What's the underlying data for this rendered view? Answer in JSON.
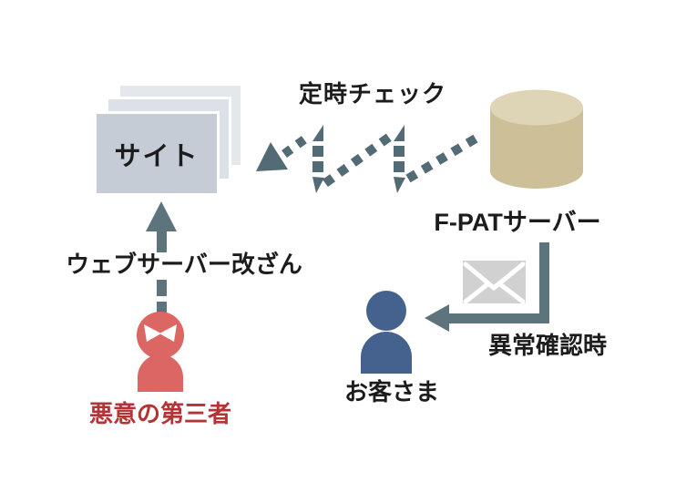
{
  "diagram": {
    "title": "F-PAT monitoring flow",
    "nodes": {
      "site": {
        "label": "サイト",
        "icon": "stacked-pages"
      },
      "server": {
        "label": "F-PATサーバー",
        "icon": "database-cylinder"
      },
      "attacker": {
        "label": "悪意の第三者",
        "icon": "angry-person"
      },
      "customer": {
        "label": "お客さま",
        "icon": "person"
      }
    },
    "edges": {
      "scheduled_check": {
        "label": "定時チェック",
        "from": "server",
        "to": "site",
        "style": "dashed-zigzag"
      },
      "tamper": {
        "label": "ウェブサーバー改ざん",
        "from": "attacker",
        "to": "site",
        "style": "dashed"
      },
      "notify": {
        "label": "異常確認時",
        "from": "server",
        "to": "customer",
        "style": "solid-elbow",
        "icon": "mail-envelope"
      }
    }
  },
  "colors": {
    "background": "#ffffff",
    "text": "#1c1c1c",
    "dash_arrow": "#526b75",
    "solid_arrow": "#5d747c",
    "site_front": "#c5ccd5",
    "site_mid": "#dce1e7",
    "site_back": "#e4e8ec",
    "server_body": "#cdc099",
    "server_top": "#ded5b7",
    "attacker": "#dc6664",
    "attacker_eyes": "#ffffff",
    "attacker_text": "#b23434",
    "customer": "#45628e",
    "envelope": "#d1d1d1",
    "envelope_fold": "#ffffff"
  }
}
